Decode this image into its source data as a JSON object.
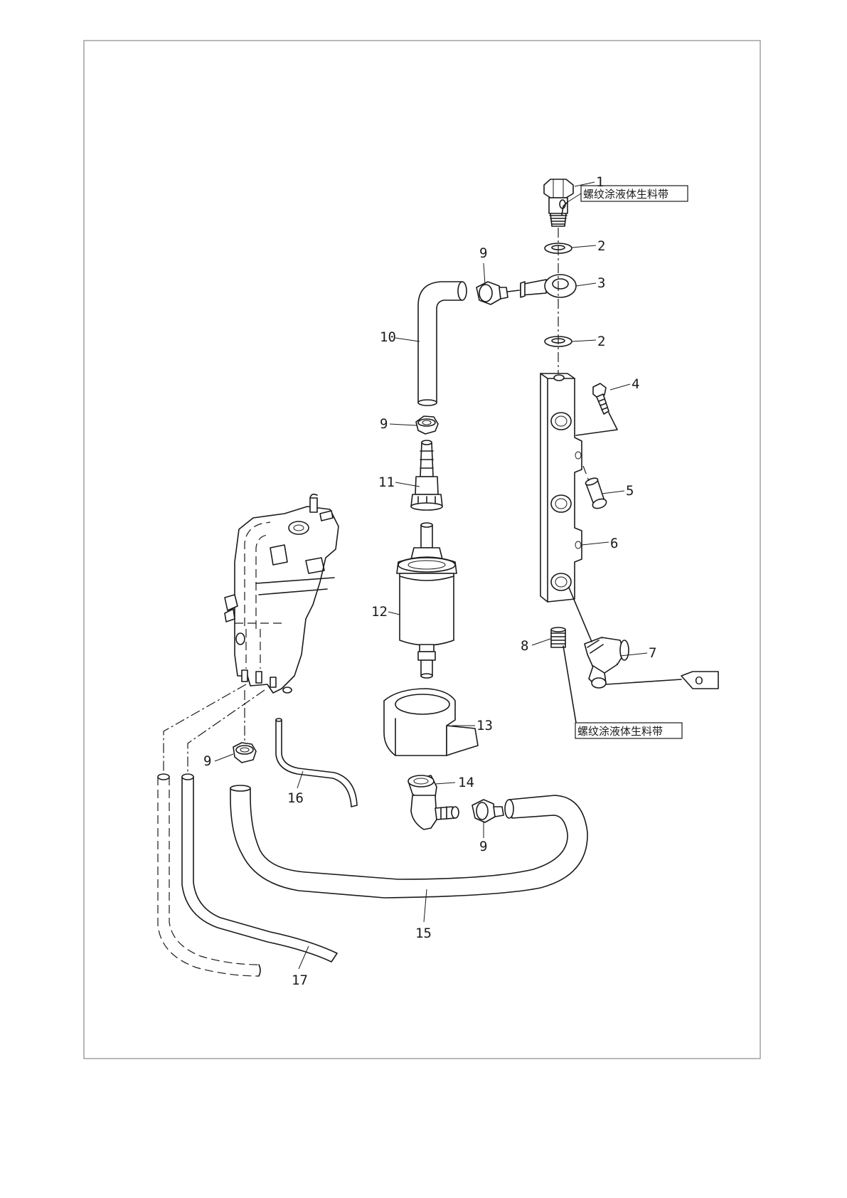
{
  "diagram": {
    "callouts": {
      "c1": "1",
      "c2a": "2",
      "c2b": "2",
      "c3": "3",
      "c4": "4",
      "c5": "5",
      "c6": "6",
      "c7": "7",
      "c8": "8",
      "c9a": "9",
      "c9b": "9",
      "c9c": "9",
      "c9d": "9",
      "c10": "10",
      "c11": "11",
      "c12": "12",
      "c13": "13",
      "c14": "14",
      "c15": "15",
      "c16": "16",
      "c17": "17"
    },
    "notes": {
      "top": "螺纹涂液体生料带",
      "bottom": "螺纹涂液体生料带",
      "tag": "O"
    }
  }
}
